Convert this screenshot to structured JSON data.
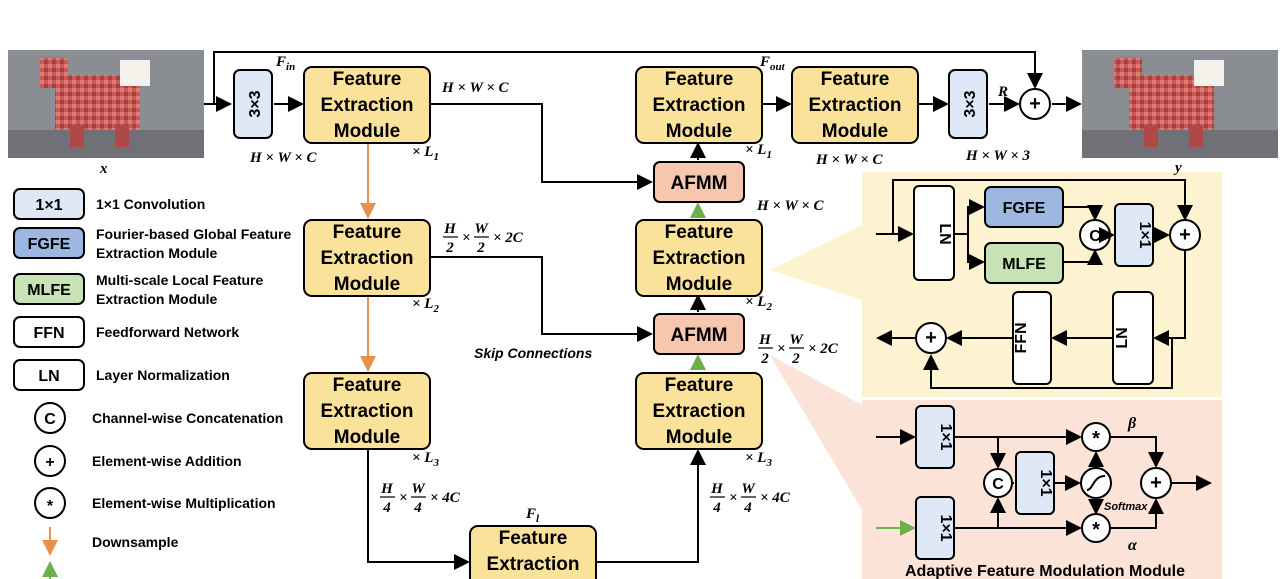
{
  "diagram": {
    "fem_label_lines": [
      "Feature",
      "Extraction",
      "Module"
    ],
    "afmm_label": "AFMM",
    "conv3_label": "3×3",
    "conv1_label": "1×1",
    "fgfe_label": "FGFE",
    "mlfe_label": "MLFE",
    "ffn_label": "FFN",
    "ln_label": "LN",
    "concat_symbol": "C",
    "add_symbol": "+",
    "mul_symbol": "*",
    "softmax_label": "Softmax",
    "beta_label": "β",
    "alpha_label": "α",
    "fin_label": "F",
    "fin_sub": "in",
    "fout_label": "F",
    "fout_sub": "out",
    "fl_label": "F",
    "fl_sub": "l",
    "r_label": "R",
    "x_label": "x",
    "y_label": "y",
    "skip_label": "Skip Connections",
    "afmm_panel_title": "Adaptive Feature Modulation Module",
    "dims": {
      "hwc": "H × W × C",
      "hw3": "H × W × 3",
      "half_2c": "× 2C",
      "quarter_4c": "× 4C",
      "L1": "× L",
      "L1_sub": "1",
      "L2_sub": "2",
      "L3_sub": "3"
    }
  },
  "legend": {
    "items": [
      {
        "key": "1×1",
        "desc": [
          "1×1 Convolution"
        ],
        "color": "#dfe8f6"
      },
      {
        "key": "FGFE",
        "desc": [
          "Fourier-based Global Feature",
          "Extraction Module"
        ],
        "color": "#9db7e0"
      },
      {
        "key": "MLFE",
        "desc": [
          "Multi-scale Local Feature",
          "Extraction Module"
        ],
        "color": "#c7e2b4"
      },
      {
        "key": "FFN",
        "desc": [
          "Feedforward Network"
        ],
        "color": "#ffffff"
      },
      {
        "key": "LN",
        "desc": [
          "Layer  Normalization"
        ],
        "color": "#ffffff"
      },
      {
        "key": "C",
        "desc": [
          "Channel-wise Concatenation"
        ]
      },
      {
        "key": "+",
        "desc": [
          "Element-wise Addition"
        ]
      },
      {
        "key": "*",
        "desc": [
          "Element-wise Multiplication"
        ]
      },
      {
        "key": "downsample",
        "desc": [
          "Downsample"
        ],
        "color": "#e8914a"
      }
    ]
  },
  "colors": {
    "fem_fill": "#fbe29a",
    "afmm_fill": "#f6c6ae",
    "conv_fill": "#dfe8f6",
    "fgfe_fill": "#9db7e0",
    "mlfe_fill": "#c7e2b4",
    "panel_top": "#fdf3d0",
    "panel_bottom": "#fbe3d8",
    "downsample_arrow": "#e8914a",
    "upsample_arrow": "#6bb04a"
  }
}
